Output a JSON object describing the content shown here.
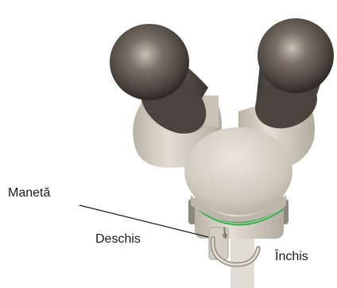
{
  "labels": {
    "lever": "Manetă",
    "open": "Deschis",
    "closed": "Închis"
  },
  "colors": {
    "body": "#d8d3c8",
    "body_shadow": "#b7b0a3",
    "eyepiece": "#5a5149",
    "ring": "#3fa34d",
    "line": "#1a1a1a"
  },
  "icons": [
    "microscope-head-icon",
    "eyepiece-icon",
    "lock-ring-icon",
    "lever-icon"
  ]
}
